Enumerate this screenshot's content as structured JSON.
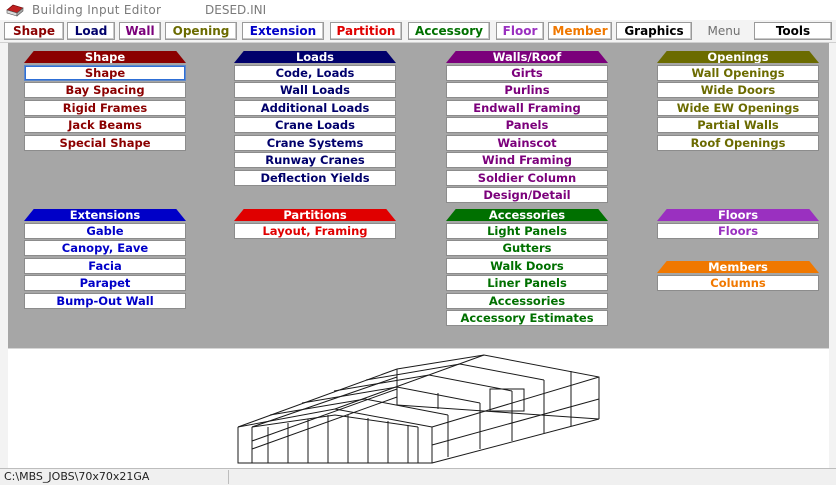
{
  "window": {
    "app_title": "Building Input Editor",
    "file_title": "DESED.INI"
  },
  "menubar": [
    {
      "label": "Shape",
      "color": "#8b0000"
    },
    {
      "label": "Load",
      "color": "#00006b"
    },
    {
      "label": "Wall",
      "color": "#7b007b"
    },
    {
      "label": "Opening",
      "color": "#6b6b00"
    },
    {
      "label": "Extension",
      "color": "#0000c8"
    },
    {
      "label": "Partition",
      "color": "#e00000"
    },
    {
      "label": "Accessory",
      "color": "#007000"
    },
    {
      "label": "Floor",
      "color": "#9a30c0"
    },
    {
      "label": "Member",
      "color": "#f07800"
    },
    {
      "label": "Graphics",
      "color": "#000000"
    },
    {
      "label": "Menu",
      "color": "#707070"
    },
    {
      "label": "Tools",
      "color": "#000000"
    }
  ],
  "groups": [
    {
      "title": "Shape",
      "color": "#8b0000",
      "items": [
        "Shape",
        "Bay Spacing",
        "Rigid Frames",
        "Jack Beams",
        "Special Shape"
      ]
    },
    {
      "title": "Loads",
      "color": "#00006b",
      "items": [
        "Code, Loads",
        "Wall Loads",
        "Additional Loads",
        "Crane Loads",
        "Crane Systems",
        "Runway Cranes",
        "Deflection Yields"
      ]
    },
    {
      "title": "Walls/Roof",
      "color": "#7b007b",
      "items": [
        "Girts",
        "Purlins",
        "Endwall Framing",
        "Panels",
        "Wainscot",
        "Wind Framing",
        "Soldier Column",
        "Design/Detail"
      ]
    },
    {
      "title": "Openings",
      "color": "#6b6b00",
      "items": [
        "Wall Openings",
        "Wide Doors",
        "Wide EW Openings",
        "Partial Walls",
        "Roof Openings"
      ]
    },
    {
      "title": "Extensions",
      "color": "#0000c8",
      "items": [
        "Gable",
        "Canopy, Eave",
        "Facia",
        "Parapet",
        "Bump-Out Wall"
      ]
    },
    {
      "title": "Partitions",
      "color": "#e00000",
      "items": [
        "Layout, Framing"
      ]
    },
    {
      "title": "Accessories",
      "color": "#007000",
      "items": [
        "Light Panels",
        "Gutters",
        "Walk Doors",
        "Liner Panels",
        "Accessories",
        "Accessory Estimates"
      ]
    },
    {
      "title": "Floors",
      "color": "#9a30c0",
      "items": [
        "Floors"
      ]
    },
    {
      "title": "Members",
      "color": "#f07800",
      "items": [
        "Columns"
      ]
    }
  ],
  "status": {
    "path": "C:\\MBS_JOBS\\70x70x21GA"
  }
}
